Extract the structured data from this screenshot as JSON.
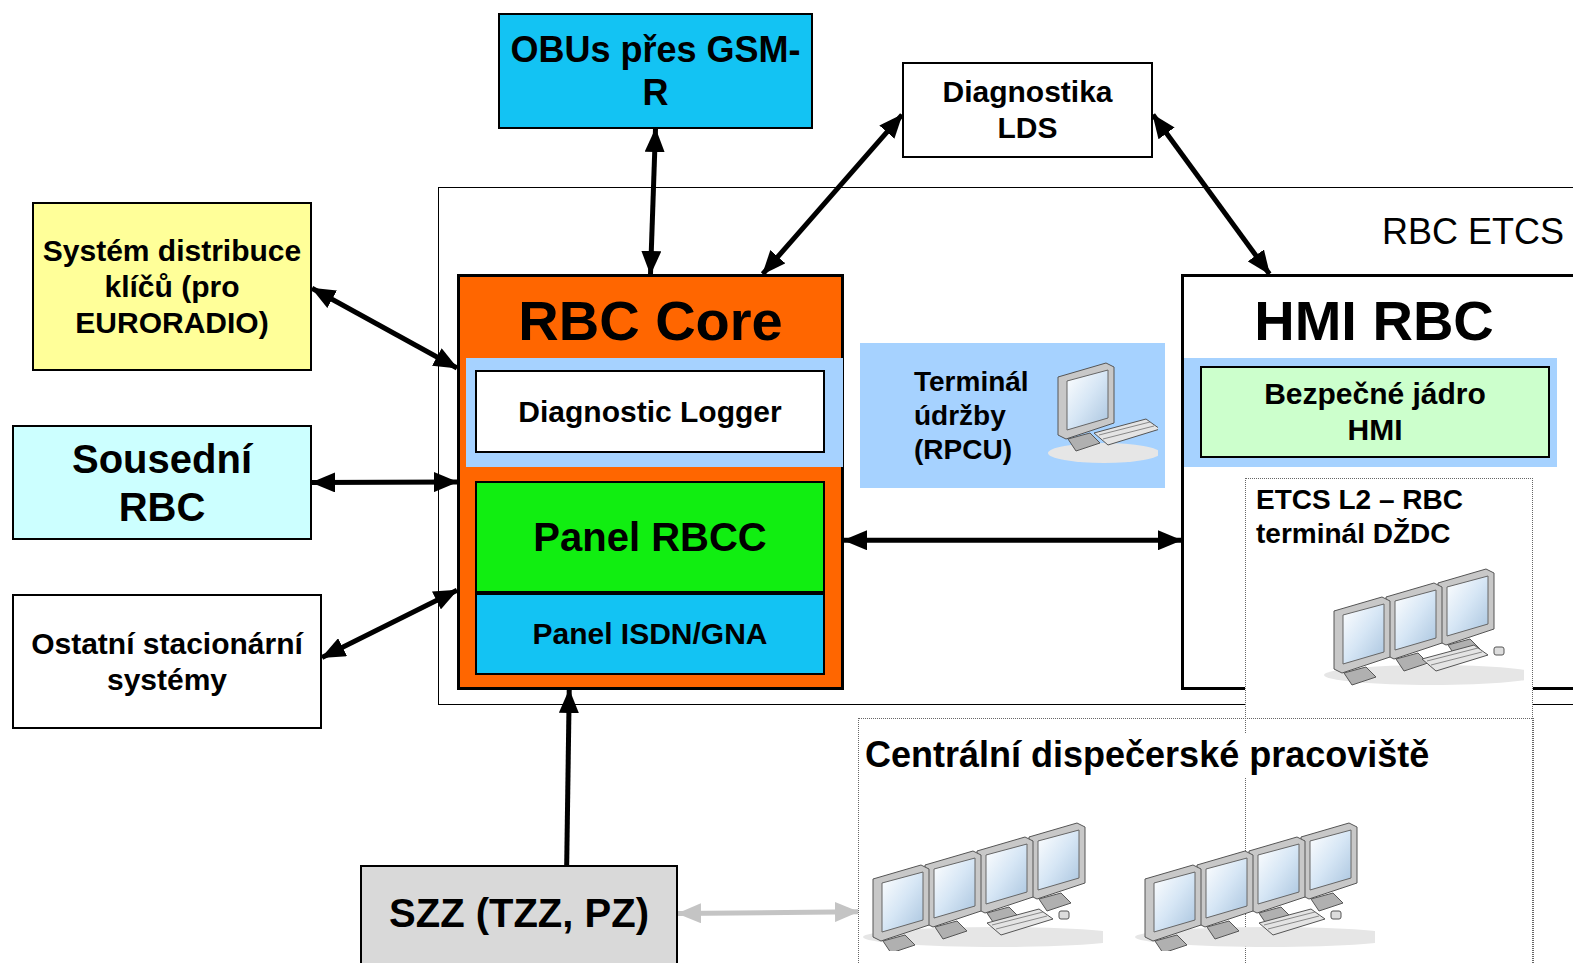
{
  "diagram": {
    "nodes": [
      {
        "text": [
          "OBUs přes GSM-R"
        ]
      },
      {
        "text": [
          "Diagnostika LDS"
        ]
      },
      {
        "text": [
          "Systém distribuce klíčů (pro EURORADIO)"
        ]
      },
      {
        "text": [
          "RBC ETCS"
        ]
      },
      {
        "text": [
          "RBC Core"
        ],
        "in": 3
      },
      {
        "text": [
          "Diagnostic Logger"
        ],
        "in": 4
      },
      {
        "text": [
          "Panel RBCC"
        ],
        "in": 4
      },
      {
        "text": [
          "Panel ISDN/GNA"
        ],
        "in": 4
      },
      {
        "text": [
          "Terminál údržby (RPCU)"
        ],
        "in": 3
      },
      {
        "text": [
          "HMI RBC"
        ],
        "in": 3
      },
      {
        "text": [
          "Bezpečné jádro HMI"
        ],
        "in": 9
      },
      {
        "text": [
          "Sousední RBC"
        ]
      },
      {
        "text": [
          "Ostatní stacionární systémy"
        ]
      },
      {
        "text": [
          "ETCS L2 – RBC terminál DŽDC"
        ]
      },
      {
        "text": [
          "Centrální dispečerské pracoviště"
        ]
      },
      {
        "text": [
          "SZZ (TZZ, PZ)"
        ]
      }
    ],
    "edges": [
      {
        "from": 0,
        "to": 4,
        "arrow": "both"
      },
      {
        "from": 1,
        "to": 4,
        "arrow": "both"
      },
      {
        "from": 1,
        "to": 9,
        "arrow": "both"
      },
      {
        "from": 2,
        "to": 4,
        "arrow": "both"
      },
      {
        "from": 11,
        "to": 4,
        "arrow": "both"
      },
      {
        "from": 12,
        "to": 4,
        "arrow": "both"
      },
      {
        "from": 4,
        "to": 9,
        "arrow": "both"
      },
      {
        "from": 15,
        "to": 4,
        "arrow": "to"
      },
      {
        "from": 15,
        "to": 14,
        "arrow": "both"
      }
    ]
  }
}
